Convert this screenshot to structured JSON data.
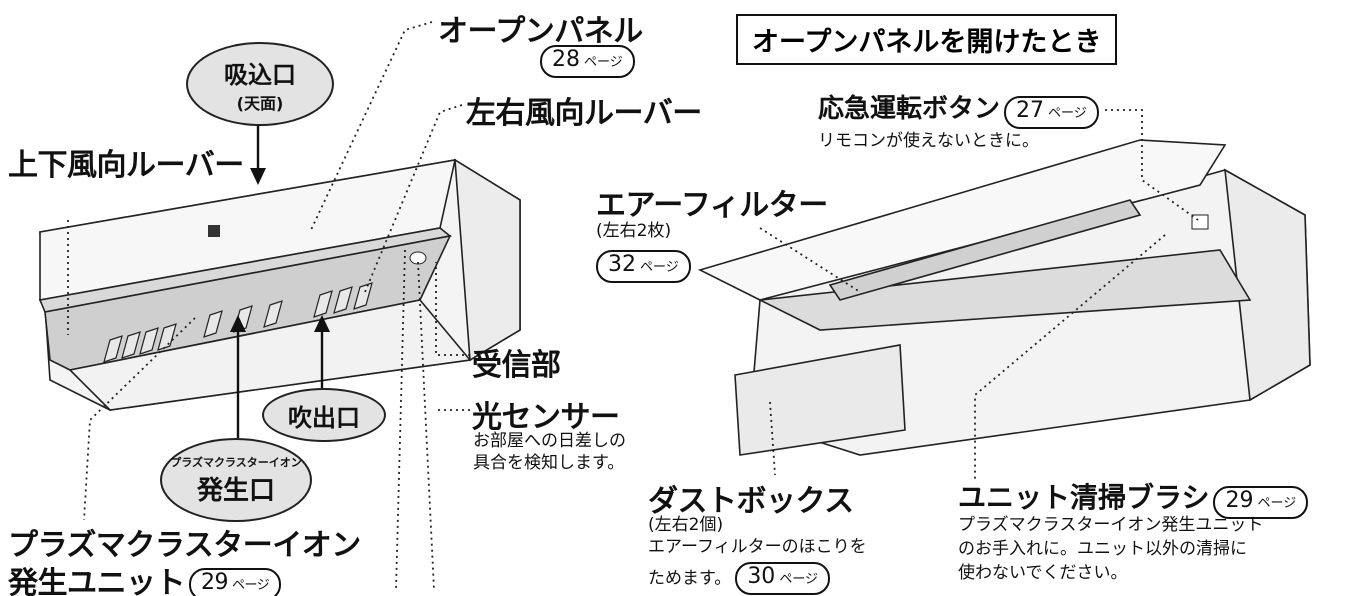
{
  "labels": {
    "open_panel": "オープンパネル",
    "open_panel_page": "28",
    "inlet": "吸込口",
    "inlet_sub": "(天面)",
    "lr_louver": "左右風向ルーバー",
    "ud_louver": "上下風向ルーバー",
    "receiver": "受信部",
    "light_sensor": "光センサー",
    "light_sensor_desc": [
      "お部屋への日差しの",
      "具合を検知します。"
    ],
    "outlet": "吹出口",
    "ion_outlet_small": "プラズマクラスターイオン",
    "ion_outlet": "発生口",
    "ion_unit_line1": "プラズマクラスターイオン",
    "ion_unit_line2": "発生ユニット",
    "ion_unit_page": "29",
    "when_open": "オープンパネルを開けたとき",
    "emergency": "応急運転ボタン",
    "emergency_page": "27",
    "emergency_desc": "リモコンが使えないときに。",
    "air_filter": "エアーフィルター",
    "air_filter_sub": "(左右2枚)",
    "air_filter_page": "32",
    "dust_box": "ダストボックス",
    "dust_box_sub": "(左右2個)",
    "dust_box_desc1": "エアーフィルターのほこりを",
    "dust_box_desc2": "ためます。",
    "dust_box_page": "30",
    "brush": "ユニット清掃ブラシ",
    "brush_page": "29",
    "brush_desc": [
      "プラズマクラスターイオン発生ユニット",
      "のお手入れに。ユニット以外の清掃に",
      "使わないでください。"
    ],
    "page_unit": "ページ"
  }
}
